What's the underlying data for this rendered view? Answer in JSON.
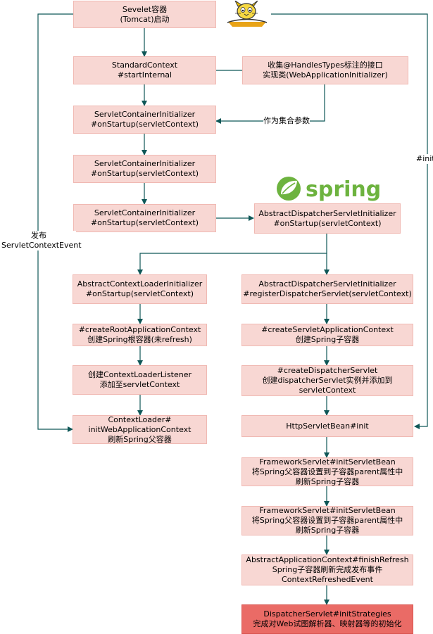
{
  "nodes": {
    "start": [
      "Sevelet容器",
      "(Tomcat)启动"
    ],
    "std": [
      "StandardContext",
      "#startInternal"
    ],
    "collect": [
      "收集@HandlesTypes标注的接口",
      "实现类(WebApplicationInitializer)"
    ],
    "sci1": [
      "ServletContainerInitializer",
      "#onStartup(servletContext)"
    ],
    "sci2": [
      "ServletContainerInitializer",
      "#onStartup(servletContext)"
    ],
    "sci3": [
      "ServletContainerInitializer",
      "#onStartup(servletContext)"
    ],
    "adsi": [
      "AbstractDispatcherServletInitializer",
      "#onStartup(servletContext)"
    ],
    "acli": [
      "AbstractContextLoaderInitializer",
      "#onStartup(servletContext)"
    ],
    "reg": [
      "AbstractDispatcherServletInitializer",
      "#registerDispatcherServlet(servletContext)"
    ],
    "root": [
      "#createRootApplicationContext",
      "创建Spring根容器(未refresh)"
    ],
    "sac": [
      "#createServletApplicationContext",
      "创建Spring子容器"
    ],
    "cll": [
      "创建ContextLoaderListener",
      "添加至servletContext"
    ],
    "cds": [
      "#createDispatcherServlet",
      "创建dispatcherServlet实例并添加到",
      "servletContext"
    ],
    "cl": [
      "ContextLoader#",
      "initWebApplicationContext",
      "刷新Spring父容器"
    ],
    "hsb": [
      "HttpServletBean#init"
    ],
    "fsb1": [
      "FrameworkServlet#initServletBean",
      "将Spring父容器设置到子容器parent属性中",
      "刷新Spring子容器"
    ],
    "fsb2": [
      "FrameworkServlet#initServletBean",
      "将Spring父容器设置到子容器parent属性中",
      "刷新Spring子容器"
    ],
    "aac": [
      "AbstractApplicationContext#finishRefresh",
      "Spring子容器刷新完成发布事件",
      "ContextRefreshedEvent"
    ],
    "dsi": [
      "DispatcherServlet#initStrategies",
      "完成对Web试图解析器、映射器等的初始化"
    ]
  },
  "labels": {
    "param": "作为集合参数",
    "init": "#init",
    "publish_1": "发布",
    "publish_2": "ServletContextEvent"
  },
  "logo": {
    "spring": "spring"
  },
  "colors": {
    "box_fill": "#f8d7d3",
    "box_border": "#f0b9b3",
    "final_fill": "#ea6b66",
    "arrow": "#0f5757",
    "spring_green": "#6db33f"
  }
}
